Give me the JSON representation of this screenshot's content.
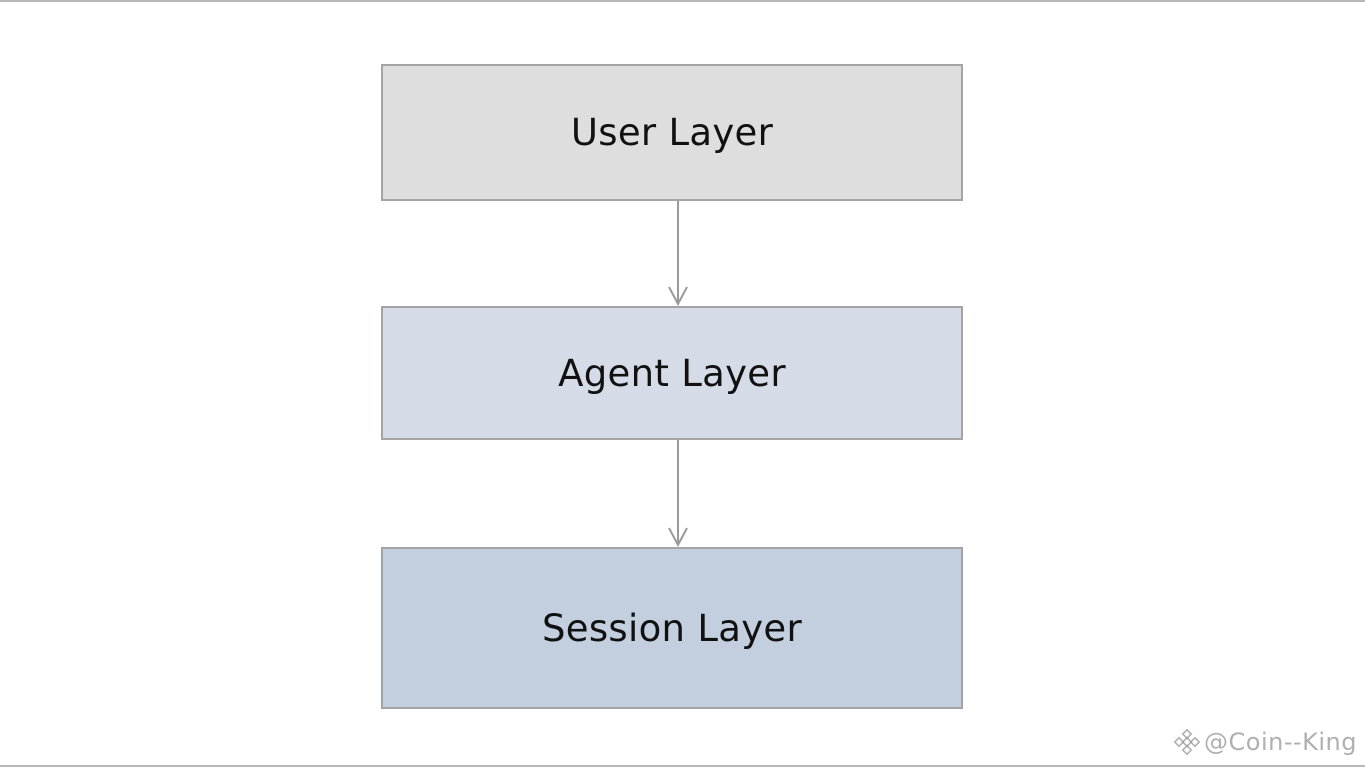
{
  "diagram": {
    "layers": [
      {
        "label": "User Layer",
        "fill": "#dedede"
      },
      {
        "label": "Agent Layer",
        "fill": "#d6dce7"
      },
      {
        "label": "Session Layer",
        "fill": "#c3cfdf"
      }
    ],
    "arrow_color": "#9a9a9a",
    "border_color": "#a4a4a4"
  },
  "watermark": {
    "text": "@Coin--King",
    "icon": "binance-logo-icon"
  }
}
